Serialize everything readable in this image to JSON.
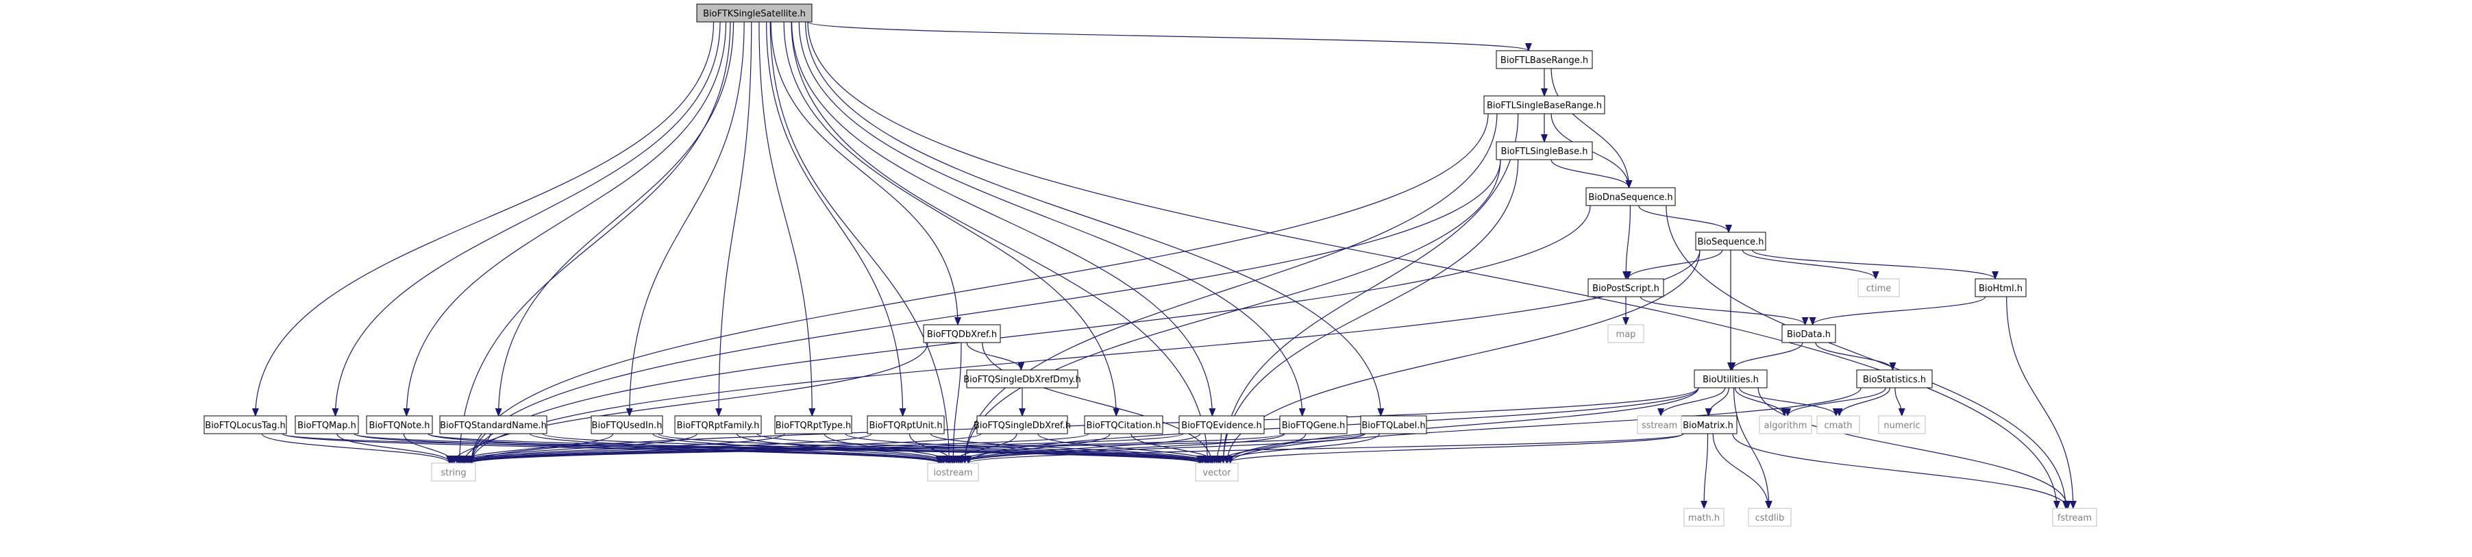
{
  "graph": {
    "nodes": [
      {
        "id": "root",
        "label": "BioFTKSingleSatellite.h",
        "kind": "root"
      },
      {
        "id": "lbaserange",
        "label": "BioFTLBaseRange.h",
        "kind": "header"
      },
      {
        "id": "lsinglebaserange",
        "label": "BioFTLSingleBaseRange.h",
        "kind": "header"
      },
      {
        "id": "lsinglebase",
        "label": "BioFTLSingleBase.h",
        "kind": "header"
      },
      {
        "id": "dnaseq",
        "label": "BioDnaSequence.h",
        "kind": "header"
      },
      {
        "id": "sequence",
        "label": "BioSequence.h",
        "kind": "header"
      },
      {
        "id": "postscript",
        "label": "BioPostScript.h",
        "kind": "header"
      },
      {
        "id": "html",
        "label": "BioHtml.h",
        "kind": "header"
      },
      {
        "id": "ctime",
        "label": "ctime",
        "kind": "system"
      },
      {
        "id": "map",
        "label": "map",
        "kind": "system"
      },
      {
        "id": "data",
        "label": "BioData.h",
        "kind": "header"
      },
      {
        "id": "utilities",
        "label": "BioUtilities.h",
        "kind": "header"
      },
      {
        "id": "statistics",
        "label": "BioStatistics.h",
        "kind": "header"
      },
      {
        "id": "qdbxref",
        "label": "BioFTQDbXref.h",
        "kind": "header"
      },
      {
        "id": "qsdbxrefdmy",
        "label": "BioFTQSingleDbXrefDmy.h",
        "kind": "header"
      },
      {
        "id": "qsdbxref",
        "label": "BioFTQSingleDbXref.h",
        "kind": "header"
      },
      {
        "id": "qlocustag",
        "label": "BioFTQLocusTag.h",
        "kind": "header"
      },
      {
        "id": "qmap",
        "label": "BioFTQMap.h",
        "kind": "header"
      },
      {
        "id": "qnote",
        "label": "BioFTQNote.h",
        "kind": "header"
      },
      {
        "id": "qstdname",
        "label": "BioFTQStandardName.h",
        "kind": "header"
      },
      {
        "id": "qusedin",
        "label": "BioFTQUsedIn.h",
        "kind": "header"
      },
      {
        "id": "qrptfamily",
        "label": "BioFTQRptFamily.h",
        "kind": "header"
      },
      {
        "id": "qrpttype",
        "label": "BioFTQRptType.h",
        "kind": "header"
      },
      {
        "id": "qrptunit",
        "label": "BioFTQRptUnit.h",
        "kind": "header"
      },
      {
        "id": "qcitation",
        "label": "BioFTQCitation.h",
        "kind": "header"
      },
      {
        "id": "qevidence",
        "label": "BioFTQEvidence.h",
        "kind": "header"
      },
      {
        "id": "qgene",
        "label": "BioFTQGene.h",
        "kind": "header"
      },
      {
        "id": "qlabel",
        "label": "BioFTQLabel.h",
        "kind": "header"
      },
      {
        "id": "matrix",
        "label": "BioMatrix.h",
        "kind": "header"
      },
      {
        "id": "sstream",
        "label": "sstream",
        "kind": "system"
      },
      {
        "id": "algorithm",
        "label": "algorithm",
        "kind": "system"
      },
      {
        "id": "cmath",
        "label": "cmath",
        "kind": "system"
      },
      {
        "id": "numeric",
        "label": "numeric",
        "kind": "system"
      },
      {
        "id": "string",
        "label": "string",
        "kind": "system"
      },
      {
        "id": "iostream",
        "label": "iostream",
        "kind": "system"
      },
      {
        "id": "vector",
        "label": "vector",
        "kind": "system"
      },
      {
        "id": "mathh",
        "label": "math.h",
        "kind": "system"
      },
      {
        "id": "cstdlib",
        "label": "cstdlib",
        "kind": "system"
      },
      {
        "id": "fstream",
        "label": "fstream",
        "kind": "system"
      }
    ],
    "edges": [
      [
        "root",
        "string"
      ],
      [
        "root",
        "iostream"
      ],
      [
        "root",
        "vector"
      ],
      [
        "root",
        "fstream"
      ],
      [
        "root",
        "lbaserange"
      ],
      [
        "root",
        "qdbxref"
      ],
      [
        "root",
        "qlocustag"
      ],
      [
        "root",
        "qmap"
      ],
      [
        "root",
        "qnote"
      ],
      [
        "root",
        "qstdname"
      ],
      [
        "root",
        "qusedin"
      ],
      [
        "root",
        "qrptfamily"
      ],
      [
        "root",
        "qrpttype"
      ],
      [
        "root",
        "qrptunit"
      ],
      [
        "root",
        "qcitation"
      ],
      [
        "root",
        "qevidence"
      ],
      [
        "root",
        "qgene"
      ],
      [
        "root",
        "qlabel"
      ],
      [
        "lbaserange",
        "lsinglebaserange"
      ],
      [
        "lbaserange",
        "dnaseq"
      ],
      [
        "lsinglebaserange",
        "lsinglebase"
      ],
      [
        "lsinglebaserange",
        "dnaseq"
      ],
      [
        "lsinglebaserange",
        "string"
      ],
      [
        "lsinglebaserange",
        "iostream"
      ],
      [
        "lsinglebaserange",
        "vector"
      ],
      [
        "lsinglebase",
        "dnaseq"
      ],
      [
        "lsinglebase",
        "string"
      ],
      [
        "lsinglebase",
        "iostream"
      ],
      [
        "lsinglebase",
        "vector"
      ],
      [
        "dnaseq",
        "sequence"
      ],
      [
        "dnaseq",
        "postscript"
      ],
      [
        "dnaseq",
        "string"
      ],
      [
        "dnaseq",
        "fstream"
      ],
      [
        "sequence",
        "postscript"
      ],
      [
        "sequence",
        "html"
      ],
      [
        "sequence",
        "ctime"
      ],
      [
        "sequence",
        "utilities"
      ],
      [
        "sequence",
        "string"
      ],
      [
        "sequence",
        "vector"
      ],
      [
        "postscript",
        "map"
      ],
      [
        "postscript",
        "data"
      ],
      [
        "html",
        "data"
      ],
      [
        "html",
        "fstream"
      ],
      [
        "data",
        "utilities"
      ],
      [
        "data",
        "statistics"
      ],
      [
        "statistics",
        "algorithm"
      ],
      [
        "statistics",
        "cmath"
      ],
      [
        "statistics",
        "numeric"
      ],
      [
        "statistics",
        "vector"
      ],
      [
        "utilities",
        "sstream"
      ],
      [
        "utilities",
        "algorithm"
      ],
      [
        "utilities",
        "cmath"
      ],
      [
        "utilities",
        "matrix"
      ],
      [
        "utilities",
        "cstdlib"
      ],
      [
        "utilities",
        "string"
      ],
      [
        "utilities",
        "iostream"
      ],
      [
        "utilities",
        "vector"
      ],
      [
        "utilities",
        "fstream"
      ],
      [
        "matrix",
        "mathh"
      ],
      [
        "matrix",
        "cstdlib"
      ],
      [
        "matrix",
        "iostream"
      ],
      [
        "matrix",
        "vector"
      ],
      [
        "matrix",
        "fstream"
      ],
      [
        "qdbxref",
        "qsdbxrefdmy"
      ],
      [
        "qdbxref",
        "string"
      ],
      [
        "qdbxref",
        "iostream"
      ],
      [
        "qdbxref",
        "vector"
      ],
      [
        "qsdbxrefdmy",
        "qsdbxref"
      ],
      [
        "qsdbxref",
        "string"
      ],
      [
        "qsdbxref",
        "iostream"
      ],
      [
        "qsdbxref",
        "vector"
      ],
      [
        "qlocustag",
        "string"
      ],
      [
        "qlocustag",
        "iostream"
      ],
      [
        "qlocustag",
        "vector"
      ],
      [
        "qmap",
        "string"
      ],
      [
        "qmap",
        "iostream"
      ],
      [
        "qmap",
        "vector"
      ],
      [
        "qnote",
        "string"
      ],
      [
        "qnote",
        "iostream"
      ],
      [
        "qnote",
        "vector"
      ],
      [
        "qstdname",
        "string"
      ],
      [
        "qstdname",
        "iostream"
      ],
      [
        "qstdname",
        "vector"
      ],
      [
        "qusedin",
        "string"
      ],
      [
        "qusedin",
        "iostream"
      ],
      [
        "qusedin",
        "vector"
      ],
      [
        "qrptfamily",
        "string"
      ],
      [
        "qrptfamily",
        "iostream"
      ],
      [
        "qrptfamily",
        "vector"
      ],
      [
        "qrpttype",
        "string"
      ],
      [
        "qrpttype",
        "iostream"
      ],
      [
        "qrpttype",
        "vector"
      ],
      [
        "qrptunit",
        "string"
      ],
      [
        "qrptunit",
        "iostream"
      ],
      [
        "qrptunit",
        "vector"
      ],
      [
        "qcitation",
        "string"
      ],
      [
        "qcitation",
        "iostream"
      ],
      [
        "qcitation",
        "vector"
      ],
      [
        "qevidence",
        "string"
      ],
      [
        "qevidence",
        "iostream"
      ],
      [
        "qevidence",
        "vector"
      ],
      [
        "qgene",
        "string"
      ],
      [
        "qgene",
        "iostream"
      ],
      [
        "qgene",
        "vector"
      ],
      [
        "qlabel",
        "string"
      ],
      [
        "qlabel",
        "iostream"
      ],
      [
        "qlabel",
        "vector"
      ]
    ]
  }
}
